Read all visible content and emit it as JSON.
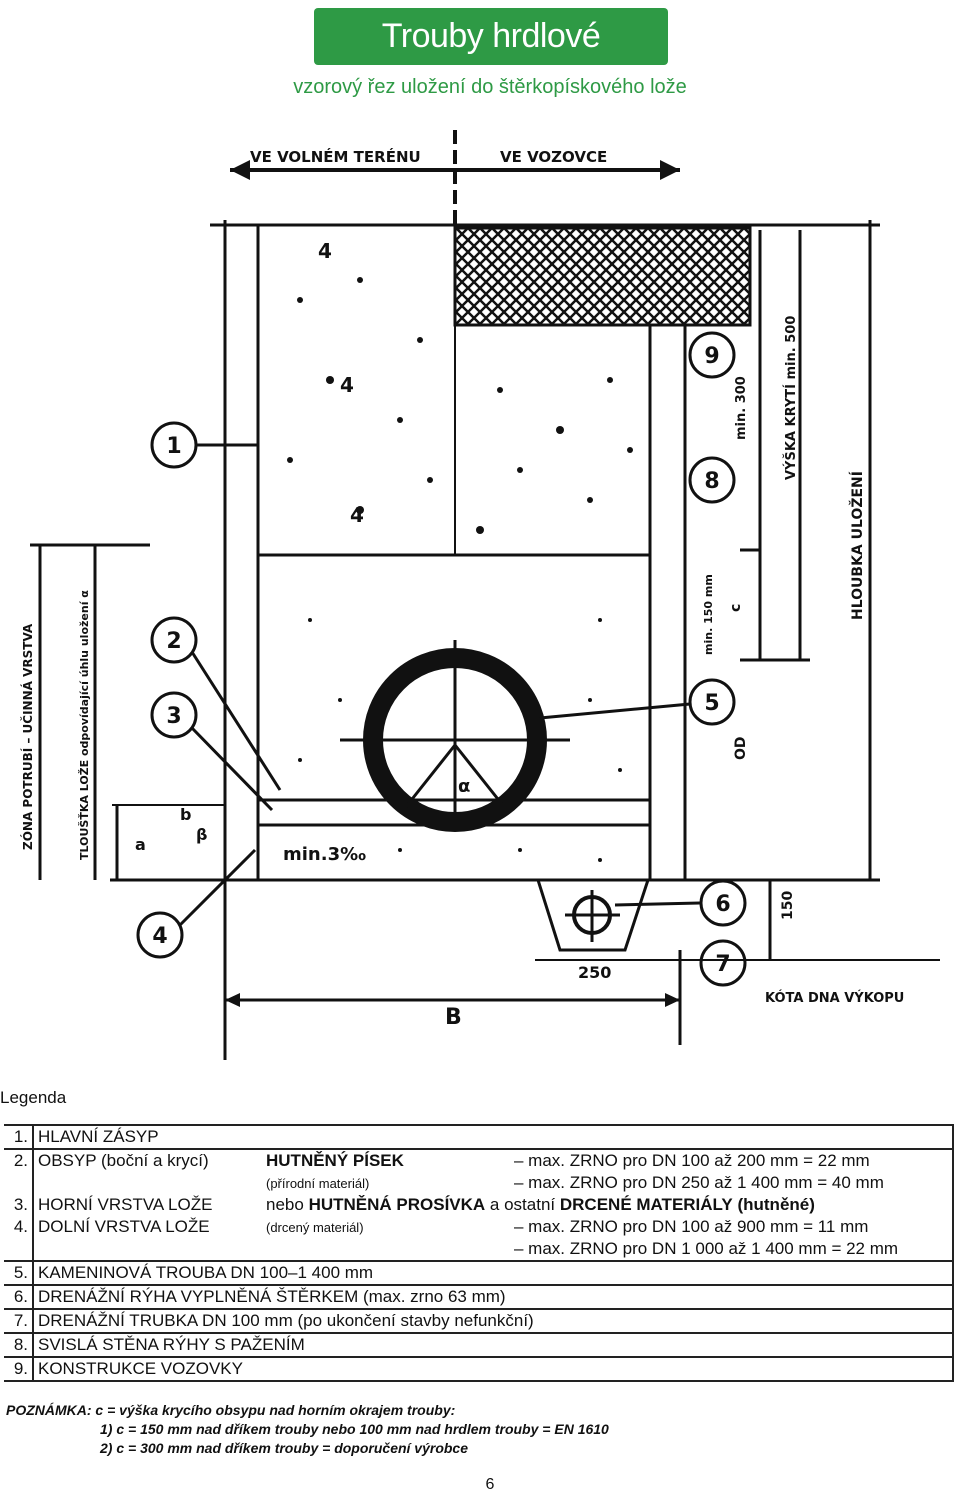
{
  "header": {
    "title": "Trouby hrdlové",
    "subtitle": "vzorový řez uložení do štěrkopískového lože"
  },
  "drawing": {
    "top_left_label": "VE VOLNÉM TERÉNU",
    "top_right_label": "VE VOZOVCE",
    "left_label_outer": "ZÓNA POTRUBÍ – UČINNÁ VRSTVA",
    "left_label_inner": "TLOUŠŤKA LOŽE odpovídající úhlu uložení α",
    "right_label_depth": "HLOUBKA ULOŽENÍ",
    "right_label_cover": "VÝŠKA KRYTÍ min. 500",
    "right_label_min300": "min. 300",
    "right_label_min150": "min. 150 mm",
    "right_label_c": "c",
    "right_label_od": "OD",
    "slope_label": "min.3‰",
    "bottom_label_b": "B",
    "bottom_label_250": "250",
    "bottom_label_150": "150",
    "bottom_label_invert": "KÓTA DNA VÝKOPU",
    "label_a": "a",
    "label_b_small": "b",
    "label_beta": "β",
    "label_alpha": "α",
    "callouts": [
      "1",
      "2",
      "3",
      "4",
      "5",
      "6",
      "7",
      "8",
      "9"
    ]
  },
  "legend": {
    "heading": "Legenda",
    "rows": [
      {
        "n": "1.",
        "name": "HLAVNÍ ZÁSYP"
      },
      {
        "n": "2.",
        "name": "OBSYP (boční a krycí)"
      },
      {
        "n": "3.",
        "name": "HORNÍ VRSTVA LOŽE"
      },
      {
        "n": "4.",
        "name": "DOLNÍ VRSTVA LOŽE"
      },
      {
        "n": "5.",
        "name": "KAMENINOVÁ TROUBA DN 100–1 400 mm"
      },
      {
        "n": "6.",
        "name": "DRENÁŽNÍ RÝHA VYPLNĚNÁ ŠTĚRKEM (max. zrno 63 mm)"
      },
      {
        "n": "7.",
        "name": "DRENÁŽNÍ TRUBKA DN 100 mm (po ukončení stavby nefunkční)"
      },
      {
        "n": "8.",
        "name": "SVISLÁ STĚNA RÝHY S PAŽENÍM"
      },
      {
        "n": "9.",
        "name": "KONSTRUKCE VOZOVKY"
      }
    ],
    "material1": "HUTNĚNÝ PÍSEK",
    "material1_note": "(přírodní materiál)",
    "material2_prefix": "nebo",
    "material2": "HUTNĚNÁ PROSÍVKA",
    "material2_mid": "a ostatní",
    "material2_b": "DRCENÉ MATERIÁLY",
    "material2_suffix": "(hutněné)",
    "material2_note": "(drcený materiál)",
    "grain1": "– max. ZRNO pro DN 100 až 200 mm = 22 mm",
    "grain2": "– max. ZRNO pro DN 250 až 1 400 mm = 40 mm",
    "grain3": "– max. ZRNO pro DN 100 až 900 mm = 11 mm",
    "grain4": "– max. ZRNO pro DN 1 000 až 1 400 mm = 22 mm"
  },
  "note": {
    "main": "POZNÁMKA: c = výška krycího obsypu nad horním okrajem trouby:",
    "line1": "1) c = 150 mm nad dříkem trouby nebo 100 mm nad hrdlem trouby = EN 1610",
    "line2": "2) c = 300 mm nad dříkem trouby = doporučení výrobce"
  },
  "page_number": "6"
}
